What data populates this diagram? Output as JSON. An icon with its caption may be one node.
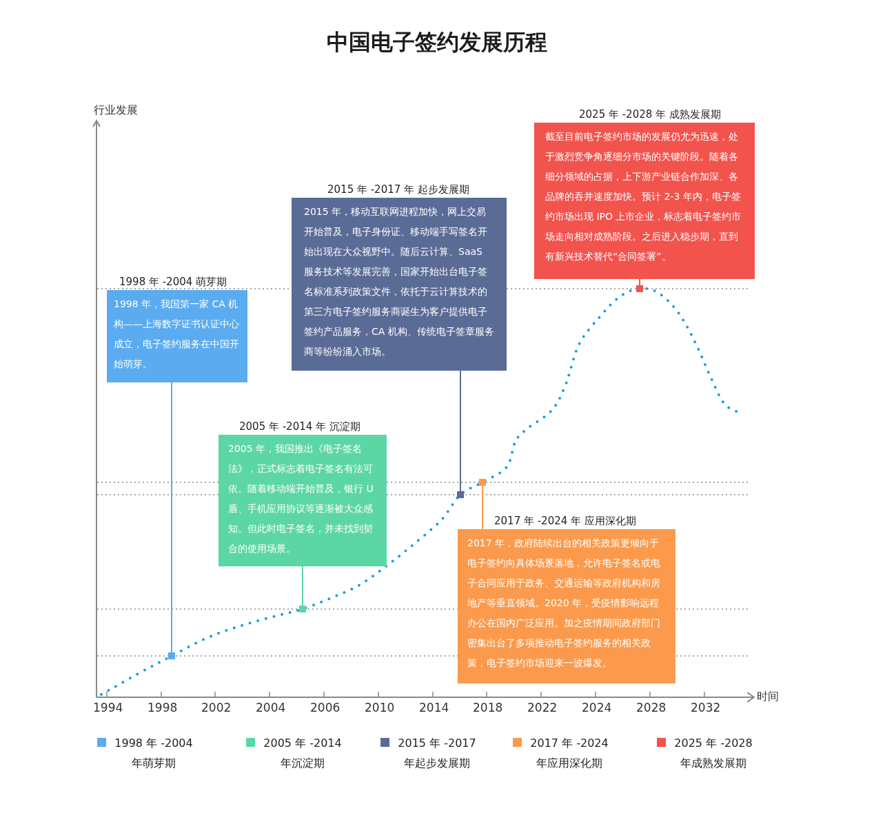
{
  "diagram": {
    "title": "中国电子签约发展历程",
    "nodes": [
      {
        "text": [
          "1998 年 -2004 萌芽期",
          "1998 年，我国第一家 CA 机构——上海数字证书认证中心成立，电子签约服务在中国开始萌芽。"
        ]
      },
      {
        "text": [
          "2005 年 -2014 年 沉淀期",
          "2005 年，我国推出《电子签名法》，正式标志着电子签名有法可依。随着移动端开始普及，银行 U 盾、手机应用协议等逐渐被大众感知。但此时电子签名，并未找到契合的使用场景。"
        ]
      },
      {
        "text": [
          "2015 年 -2017 年 起步发展期",
          "2015 年，移动互联网进程加快，网上交易开始普及，电子身份证、移动端手写签名开始出现在大众视野中。随后云计算、SaaS 服务技术等发展完善，国家开始出台电子签名标准系列政策文件，依托于云计算技术的第三方电子签约服务商诞生为客户提供电子签约产品服务，CA 机构、传统电子签章服务商等纷纷涌入市场。"
        ]
      },
      {
        "text": [
          "2017 年 -2024 年 应用深化期",
          "2017 年，政府陆续出台的相关政策更倾向于电子签约向具体场景落地，允许电子签名或电子合同应用于政务、交通运输等政府机构和房地产等垂直领域。2020 年，受疫情影响远程办公在国内广泛应用。加之疫情期间政府部门密集出台了多项推动电子签约服务的相关政策，电子签约市场迎来一波爆发。"
        ]
      },
      {
        "text": [
          "2025 年 -2028 年 成熟发展期",
          "截至目前电子签约市场的发展仍尤为迅速，处于激烈竞争角逐细分市场的关键阶段。随着各细分领域的占据，上下游产业链合作加深、各品牌的吞并速度加快。预计 2-3 年内，电子签约市场出现 IPO 上市企业，标志着电子签约市场走向相对成熟阶段。之后进入稳步期，直到有新兴技术替代“合同签署”。"
        ]
      },
      {
        "text": [],
        "shape": "box"
      },
      {
        "text": [],
        "shape": "box"
      },
      {
        "text": [],
        "shape": "box"
      },
      {
        "text": [],
        "shape": "box"
      },
      {
        "text": [],
        "shape": "box"
      }
    ],
    "edges": [
      {
        "from": 0,
        "to": 5,
        "arrow": "none",
        "color": "#5aabf0"
      },
      {
        "from": 1,
        "to": 6,
        "arrow": "none",
        "color": "#5dd6a6"
      },
      {
        "from": 2,
        "to": 7,
        "arrow": "none",
        "color": "#5a6b96"
      },
      {
        "from": 3,
        "to": 8,
        "arrow": "none",
        "color": "#fb9a4c"
      },
      {
        "from": 4,
        "to": 9,
        "arrow": "none",
        "color": "#f2534d"
      }
    ],
    "labels": [
      "行业发展",
      "时间",
      "1994",
      "1998",
      "2002",
      "2004",
      "2006",
      "2010",
      "2014",
      "2018",
      "2022",
      "2024",
      "2028",
      "2032"
    ],
    "legend": [
      {
        "text": "1998 年 -2004 年萌芽期",
        "color": "#5aabf0"
      },
      {
        "text": "2005 年 -2014 年沉淀期",
        "color": "#5dd6a6"
      },
      {
        "text": "2015 年 -2017 年起步发展期",
        "color": "#5a6b96"
      },
      {
        "text": "2017 年 -2024 年应用深化期",
        "color": "#fb9a4c"
      },
      {
        "text": "2025 年 -2028 年成熟发展期",
        "color": "#f2534d"
      }
    ]
  }
}
